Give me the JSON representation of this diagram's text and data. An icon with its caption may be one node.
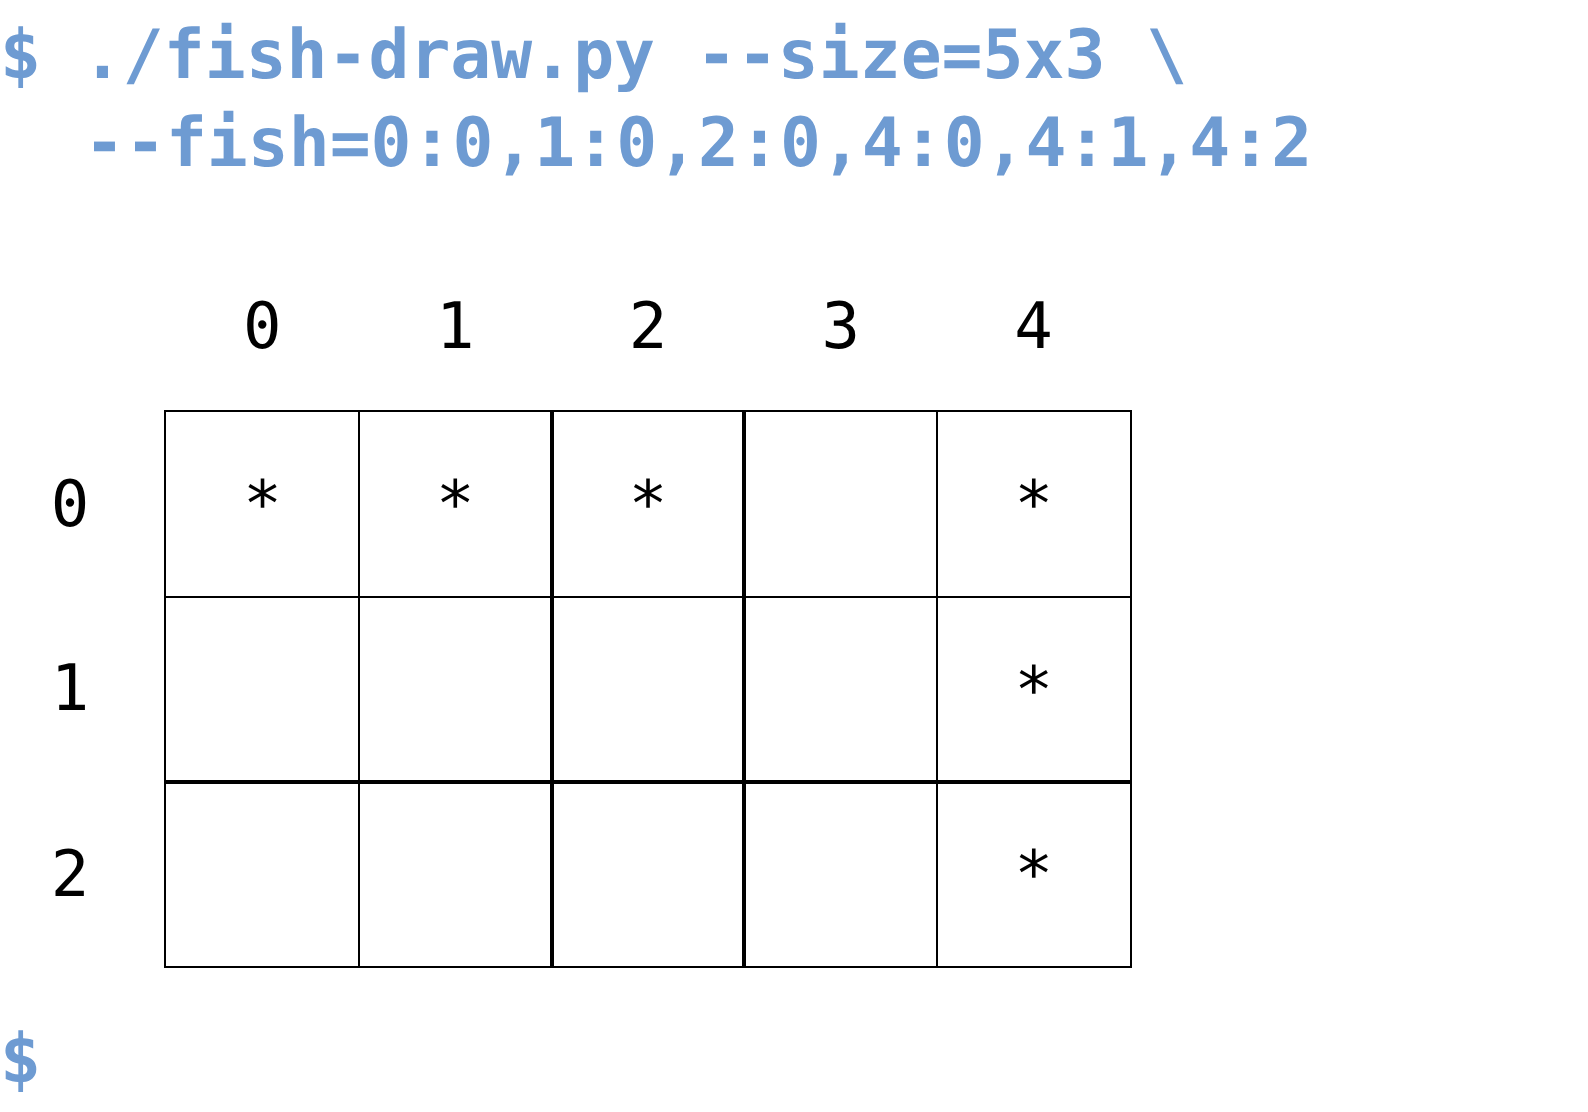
{
  "diagram": {
    "labels": [
      "$ ./fish-draw.py --size=5x3 \\",
      "--fish=0:0,1:0,2:0,4:0,4:1,4:2",
      "0",
      "1",
      "2",
      "3",
      "4",
      "0",
      "*",
      "*",
      "*",
      "*",
      "1",
      "*",
      "2",
      "*",
      "$"
    ]
  }
}
